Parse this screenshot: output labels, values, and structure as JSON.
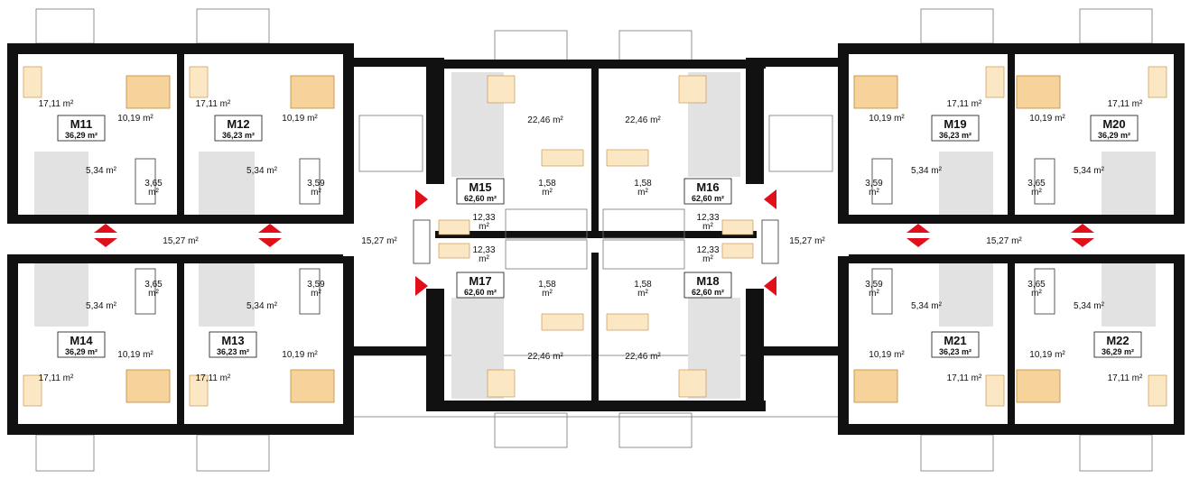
{
  "colors": {
    "wall": "#111111",
    "furniture": "#f5d39b",
    "arrow": "#e0101b",
    "kitchen_floor": "#e2e2e2"
  },
  "units": [
    {
      "id": "u-m11",
      "name": "M11",
      "size": "36,29 m²"
    },
    {
      "id": "u-m12",
      "name": "M12",
      "size": "36,23 m²"
    },
    {
      "id": "u-m14",
      "name": "M14",
      "size": "36,29 m²"
    },
    {
      "id": "u-m13",
      "name": "M13",
      "size": "36,23 m²"
    },
    {
      "id": "u-m15",
      "name": "M15",
      "size": "62,60 m²"
    },
    {
      "id": "u-m16",
      "name": "M16",
      "size": "62,60 m²"
    },
    {
      "id": "u-m17",
      "name": "M17",
      "size": "62,60 m²"
    },
    {
      "id": "u-m18",
      "name": "M18",
      "size": "62,60 m²"
    },
    {
      "id": "u-m19",
      "name": "M19",
      "size": "36,23 m²"
    },
    {
      "id": "u-m20",
      "name": "M20",
      "size": "36,29 m²"
    },
    {
      "id": "u-m21",
      "name": "M21",
      "size": "36,23 m²"
    },
    {
      "id": "u-m22",
      "name": "M22",
      "size": "36,29 m²"
    }
  ],
  "areas": [
    {
      "id": "a1",
      "text": "17,11 m²"
    },
    {
      "id": "a2",
      "text": "10,19 m²"
    },
    {
      "id": "a3",
      "text": "17,11 m²"
    },
    {
      "id": "a4",
      "text": "10,19 m²"
    },
    {
      "id": "a5",
      "text": "5,34 m²"
    },
    {
      "id": "a6",
      "text": "5,34 m²"
    },
    {
      "id": "a7",
      "text": "3,65"
    },
    {
      "id": "a7b",
      "text": "m²"
    },
    {
      "id": "a8",
      "text": "3,59"
    },
    {
      "id": "a8b",
      "text": "m²"
    },
    {
      "id": "a9",
      "text": "15,27 m²"
    },
    {
      "id": "a10",
      "text": "15,27 m²"
    },
    {
      "id": "a11",
      "text": "3,65"
    },
    {
      "id": "a11b",
      "text": "m²"
    },
    {
      "id": "a12",
      "text": "3,59"
    },
    {
      "id": "a12b",
      "text": "m²"
    },
    {
      "id": "a13",
      "text": "5,34 m²"
    },
    {
      "id": "a14",
      "text": "5,34 m²"
    },
    {
      "id": "a15",
      "text": "10,19 m²"
    },
    {
      "id": "a16",
      "text": "10,19 m²"
    },
    {
      "id": "a17",
      "text": "17,11 m²"
    },
    {
      "id": "a18",
      "text": "17,11 m²"
    },
    {
      "id": "a19",
      "text": "22,46 m²"
    },
    {
      "id": "a20",
      "text": "22,46 m²"
    },
    {
      "id": "a21",
      "text": "1,58"
    },
    {
      "id": "a21b",
      "text": "m²"
    },
    {
      "id": "a22",
      "text": "1,58"
    },
    {
      "id": "a22b",
      "text": "m²"
    },
    {
      "id": "a23",
      "text": "12,33"
    },
    {
      "id": "a23b",
      "text": "m²"
    },
    {
      "id": "a24",
      "text": "12,33"
    },
    {
      "id": "a24b",
      "text": "m²"
    },
    {
      "id": "a25",
      "text": "12,33"
    },
    {
      "id": "a25b",
      "text": "m²"
    },
    {
      "id": "a26",
      "text": "12,33"
    },
    {
      "id": "a26b",
      "text": "m²"
    },
    {
      "id": "a27",
      "text": "1,58"
    },
    {
      "id": "a27b",
      "text": "m²"
    },
    {
      "id": "a28",
      "text": "1,58"
    },
    {
      "id": "a28b",
      "text": "m²"
    },
    {
      "id": "a29",
      "text": "22,46 m²"
    },
    {
      "id": "a30",
      "text": "22,46 m²"
    },
    {
      "id": "a31",
      "text": "15,27 m²"
    },
    {
      "id": "a32",
      "text": "10,19 m²"
    },
    {
      "id": "a33",
      "text": "17,11 m²"
    },
    {
      "id": "a34",
      "text": "10,19 m²"
    },
    {
      "id": "a35",
      "text": "17,11 m²"
    },
    {
      "id": "a36",
      "text": "3,59"
    },
    {
      "id": "a36b",
      "text": "m²"
    },
    {
      "id": "a37",
      "text": "5,34 m²"
    },
    {
      "id": "a38",
      "text": "3,65"
    },
    {
      "id": "a38b",
      "text": "m²"
    },
    {
      "id": "a39",
      "text": "5,34 m²"
    },
    {
      "id": "a40",
      "text": "15,27 m²"
    },
    {
      "id": "a41",
      "text": "3,59"
    },
    {
      "id": "a41b",
      "text": "m²"
    },
    {
      "id": "a42",
      "text": "5,34 m²"
    },
    {
      "id": "a43",
      "text": "3,65"
    },
    {
      "id": "a43b",
      "text": "m²"
    },
    {
      "id": "a44",
      "text": "5,34 m²"
    },
    {
      "id": "a45",
      "text": "10,19 m²"
    },
    {
      "id": "a46",
      "text": "17,11 m²"
    },
    {
      "id": "a47",
      "text": "10,19 m²"
    },
    {
      "id": "a48",
      "text": "17,11 m²"
    }
  ]
}
